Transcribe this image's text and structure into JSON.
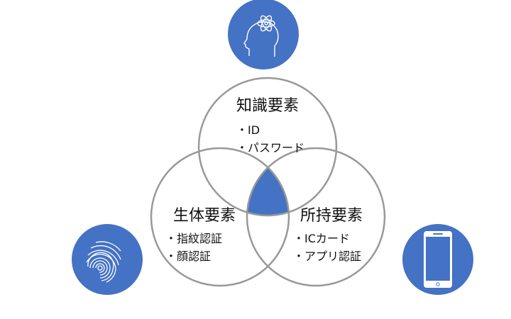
{
  "colors": {
    "accent": "#4472C4",
    "circle_stroke": "#999999"
  },
  "knowledge": {
    "title": "知識要素",
    "items": [
      "・ID",
      "・パスワード"
    ],
    "icon": "head-atom-icon"
  },
  "biometric": {
    "title": "生体要素",
    "items": [
      "・指紋認証",
      "・顔認証"
    ],
    "icon": "fingerprint-icon"
  },
  "possession": {
    "title": "所持要素",
    "items": [
      "・ICカード",
      "・アプリ認証"
    ],
    "icon": "smartphone-icon"
  }
}
